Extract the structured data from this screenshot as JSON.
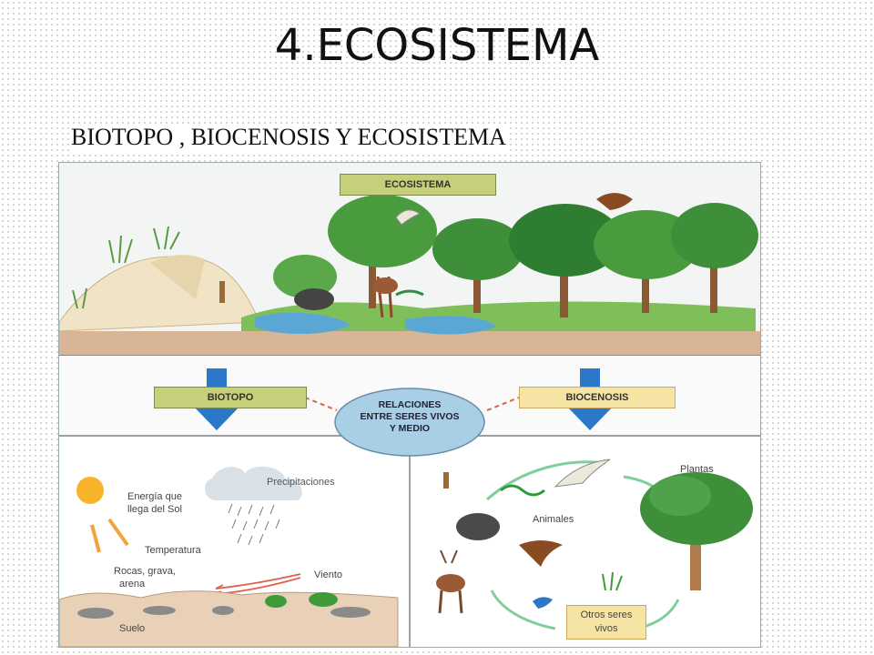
{
  "slide": {
    "title": "4.ECOSISTEMA",
    "subtitle": "BIOTOPO , BIOCENOSIS Y ECOSISTEMA"
  },
  "diagram": {
    "top_box": "ECOSISTEMA",
    "biotopo_box": "BIOTOPO",
    "biocenosis_box": "BIOCENOSIS",
    "relations_lines": [
      "RELACIONES",
      "ENTRE SERES VIVOS",
      "Y MEDIO"
    ],
    "biotopo_labels": {
      "energy_lines": [
        "Energía que",
        "llega del Sol"
      ],
      "precip": "Precipitaciones",
      "temperature": "Temperatura",
      "rocks_lines": [
        "Rocas, grava,",
        "arena"
      ],
      "wind": "Viento",
      "soil": "Suelo"
    },
    "biocenosis_labels": {
      "plants": "Plantas",
      "animals": "Animales",
      "others_lines": [
        "Otros seres",
        "vivos"
      ]
    },
    "colors": {
      "box_green": "#c6cf7a",
      "box_yellow": "#f6e4a4",
      "ellipse": "#a9cfe6",
      "arrow_blue": "#2b78c8",
      "sky_band": "#f2f4f4",
      "ground": "#d8b899",
      "tree_green": "#3f8f3a",
      "dashed_red": "#e0604a"
    }
  }
}
